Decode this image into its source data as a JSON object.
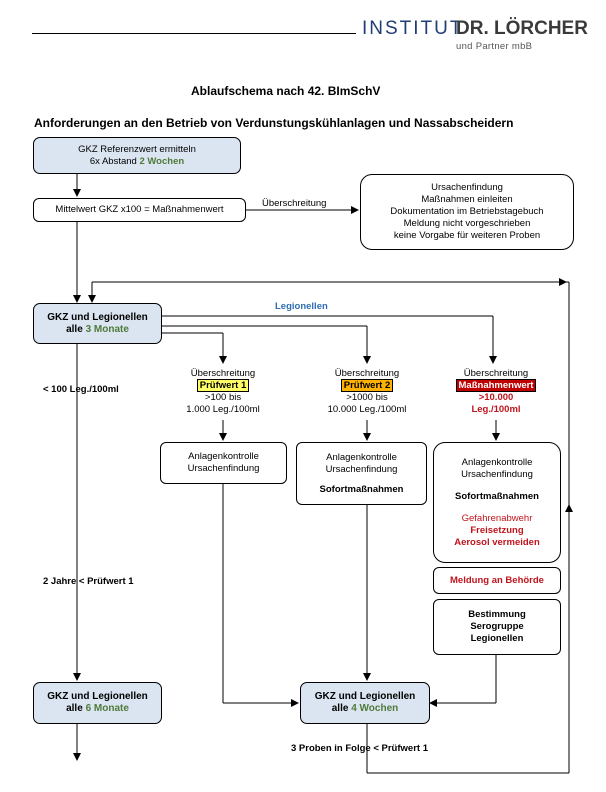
{
  "header": {
    "logo_institut": "INSTITUT",
    "logo_name": "DR. LÖRCHER",
    "logo_sub": "und Partner mbB"
  },
  "title": "Ablaufschema nach 42. BImSchV",
  "subtitle": "Anforderungen an den Betrieb von Verdunstungskühlanlagen und Nassabscheidern",
  "boxes": {
    "gkz_ref": {
      "line1": "GKZ Referenzwert ermitteln",
      "line2a": "6x Abstand ",
      "line2b": "2 Wochen"
    },
    "mittelwert": {
      "text": "Mittelwert GKZ  x100 = Maßnahmenwert"
    },
    "ursachen1": {
      "l1": "Ursachenfindung",
      "l2": "Maßnahmen einleiten",
      "l3": "Dokumentation im Betriebstagebuch",
      "l4": "Meldung nicht vorgeschrieben",
      "l5": "keine Vorgabe für weiteren Proben"
    },
    "gkz_3m": {
      "line1": "GKZ und Legionellen",
      "line2a": "alle ",
      "line2b": "3 Monate"
    },
    "gkz_6m": {
      "line1": "GKZ und Legionellen",
      "line2a": "alle ",
      "line2b": "6 Monate"
    },
    "gkz_4w": {
      "line1": "GKZ und Legionellen",
      "line2a": "alle ",
      "line2b": "4 Wochen"
    },
    "anlage1": {
      "l1": "Anlagenkontrolle",
      "l2": "Ursachenfindung"
    },
    "anlage2": {
      "l1": "Anlagenkontrolle",
      "l2": "Ursachenfindung",
      "l3": "Sofortmaßnahmen"
    },
    "anlage3": {
      "l1": "Anlagenkontrolle",
      "l2": "Ursachenfindung",
      "l3": "Sofortmaßnahmen",
      "l4": "Gefahrenabwehr",
      "l5": "Freisetzung",
      "l6": "Aerosol vermeiden"
    },
    "meldung": {
      "text": "Meldung an Behörde"
    },
    "serogruppe": {
      "l1": "Bestimmung",
      "l2": "Serogruppe",
      "l3": "Legionellen"
    }
  },
  "labels": {
    "ueberschreitung_top": "Überschreitung",
    "legionellen": "Legionellen",
    "lt100": "< 100 Leg./100ml",
    "zwei_jahre": "2 Jahre < Prüfwert 1",
    "drei_proben": "3 Proben in Folge < Prüfwert 1"
  },
  "branches": {
    "p1": {
      "head": "Überschreitung",
      "tag": "Prüfwert 1",
      "l1": ">100 bis",
      "l2": "1.000 Leg./100ml"
    },
    "p2": {
      "head": "Überschreitung",
      "tag": "Prüfwert 2",
      "l1": ">1000 bis",
      "l2": "10.000 Leg./100ml"
    },
    "p3": {
      "head": "Überschreitung",
      "tag": "Maßnahmenwert",
      "l1": ">10.000",
      "l2": "Leg./100ml"
    }
  },
  "colors": {
    "box_blue": "#dbe5f1",
    "accent_green": "#4f7a3a",
    "accent_red": "#c0141c",
    "legionellen_blue": "#2e6db4",
    "tag_yellow": "#ffff66",
    "tag_orange": "#ffb300",
    "tag_red": "#c00000"
  }
}
